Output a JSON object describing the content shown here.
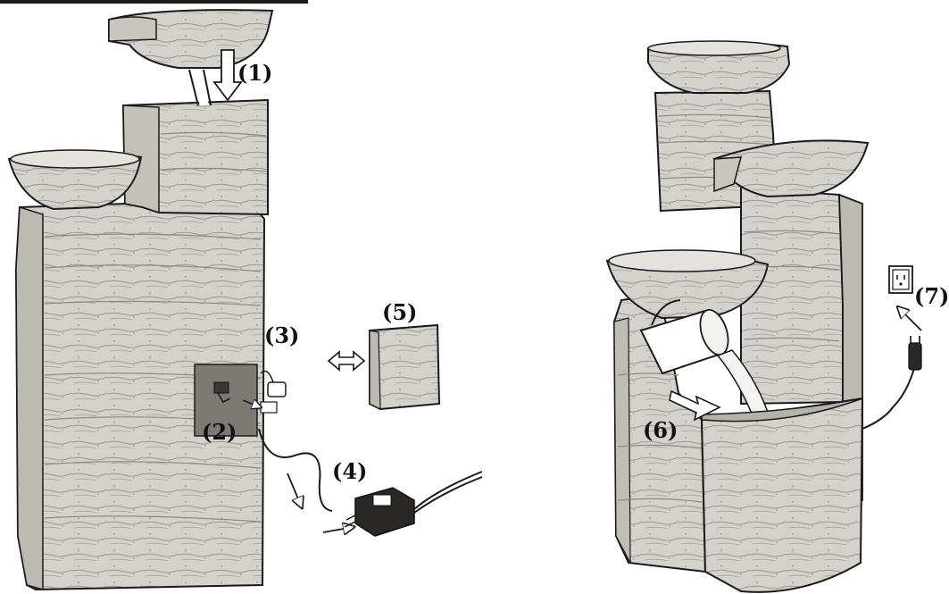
{
  "steps": {
    "s1": "(1)",
    "s2": "(2)",
    "s3": "(3)",
    "s4": "(4)",
    "s5": "(5)",
    "s6": "(6)",
    "s7": "(7)"
  },
  "colors": {
    "line": "#1a1a1a",
    "stone": "#d4d2cc",
    "stone_dark": "#b9b6ae",
    "panel": "#7d7a74",
    "background": "#ffffff"
  }
}
